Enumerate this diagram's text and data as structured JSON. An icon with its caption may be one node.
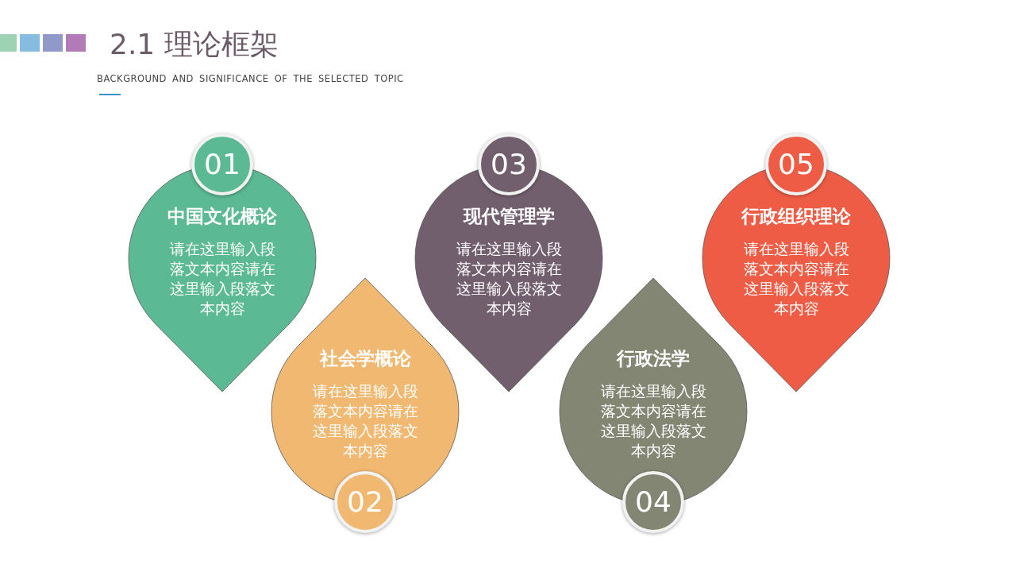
{
  "diagram": {
    "title": "2.1 理论框架",
    "nodes": [
      {
        "text": [
          "01"
        ]
      },
      {
        "text": [
          "中国文化概论",
          "请在这里输入段落文本内容请在这里输入段落文本内容"
        ]
      },
      {
        "text": [
          "社会学概论",
          "请在这里输入段落文本内容请在这里输入段落文本内容"
        ]
      },
      {
        "text": [
          "02"
        ]
      },
      {
        "text": [
          "03"
        ]
      },
      {
        "text": [
          "现代管理学",
          "请在这里输入段落文本内容请在这里输入段落文本内容"
        ]
      },
      {
        "text": [
          "行政法学",
          "请在这里输入段落文本内容请在这里输入段落文本内容"
        ]
      },
      {
        "text": [
          "04"
        ]
      },
      {
        "text": [
          "05"
        ]
      },
      {
        "text": [
          "行政组织理论",
          "请在这里输入段落文本内容请在这里输入段落文本内容"
        ]
      }
    ],
    "edges": [],
    "labels": [
      "BACKGROUND AND SIGNIFICANCE OF THE SELECTED TOPIC"
    ]
  }
}
